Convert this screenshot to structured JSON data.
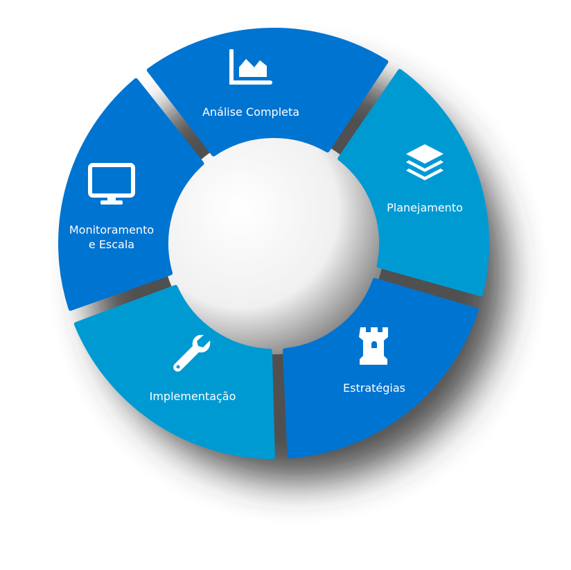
{
  "colors": {
    "dark": "#0074D1",
    "light": "#009AD3"
  },
  "segments": [
    {
      "label": "Análise Completa",
      "icon": "area-chart-icon",
      "color": "dark"
    },
    {
      "label": "Planejamento",
      "icon": "layers-icon",
      "color": "light"
    },
    {
      "label": "Estratégias",
      "icon": "chess-rook-icon",
      "color": "dark"
    },
    {
      "label": "Implementação",
      "icon": "wrench-icon",
      "color": "light"
    },
    {
      "label": "Monitoramento\ne Escala",
      "icon": "monitor-icon",
      "color": "dark"
    }
  ]
}
